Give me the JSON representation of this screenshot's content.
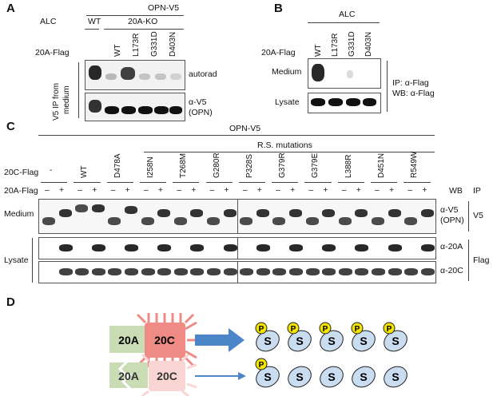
{
  "panels": {
    "a": "A",
    "b": "B",
    "c": "C",
    "d": "D"
  },
  "panel_a": {
    "header": "OPN-V5",
    "alc_label": "ALC",
    "wt": "WT",
    "ko": "20A-KO",
    "flag_label": "20A-Flag",
    "lanes": [
      "WT",
      "L173R",
      "G331D",
      "D403N"
    ],
    "side_label_1": "V5 IP from",
    "side_label_2": "medium",
    "row1": "autorad",
    "row2a": "α-V5",
    "row2b": "(OPN)"
  },
  "panel_b": {
    "alc_label": "ALC",
    "flag_label": "20A-Flag",
    "lanes": [
      "WT",
      "L173R",
      "G331D",
      "D403N"
    ],
    "row1": "Medium",
    "row2": "Lysate",
    "ip": "IP: α-Flag",
    "wb": "WB: α-Flag"
  },
  "panel_c": {
    "header": "OPN-V5",
    "rs": "R.S. mutations",
    "c20": "20C-Flag",
    "a20": "20A-Flag",
    "groups": [
      "-",
      "WT",
      "D478A",
      "I258N",
      "T268M",
      "G280R",
      "P328S",
      "G379R",
      "G379E",
      "L388R",
      "D451N",
      "R549W"
    ],
    "plus": "+",
    "wb": "WB",
    "ip": "IP",
    "medium": "Medium",
    "lysate": "Lysate",
    "av5a": "α-V5",
    "av5b": "(OPN)",
    "v5": "V5",
    "a20a": "α-20A",
    "a20c": "α-20C",
    "flag": "Flag"
  },
  "panel_d": {
    "a": "20A",
    "c": "20C",
    "p": "P",
    "s": "S"
  },
  "colors": {
    "green": "#c9dcb3",
    "red": "#f08a84",
    "pink": "#f9d6d3",
    "blue": "#4a86c8",
    "oval": "#c9dcf0",
    "yellow": "#f4e400"
  }
}
